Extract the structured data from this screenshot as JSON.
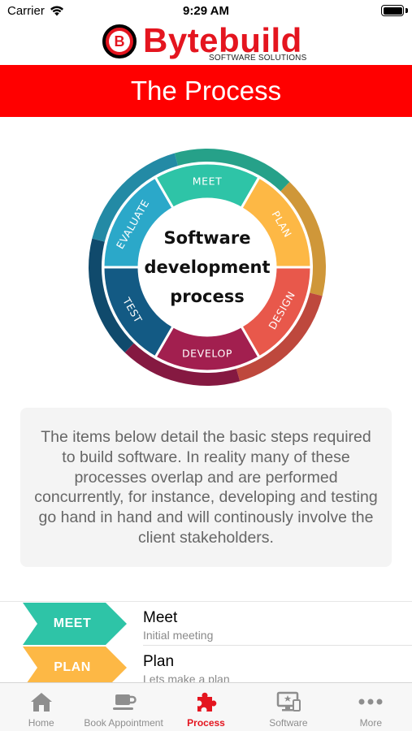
{
  "status_bar": {
    "carrier": "Carrier",
    "time": "9:29 AM"
  },
  "logo": {
    "brand": "Bytebuild",
    "tagline": "SOFTWARE SOLUTIONS",
    "mark_letter": "B"
  },
  "banner": {
    "title": "The Process"
  },
  "diagram": {
    "center_lines": [
      "Software",
      "development",
      "process"
    ],
    "segments": [
      {
        "label": "MEET",
        "color": "#2ec4a7"
      },
      {
        "label": "PLAN",
        "color": "#fdb845"
      },
      {
        "label": "DESIGN",
        "color": "#e8584b"
      },
      {
        "label": "DEVELOP",
        "color": "#a21f4f"
      },
      {
        "label": "TEST",
        "color": "#135a84"
      },
      {
        "label": "EVALUATE",
        "color": "#2ba8c9"
      }
    ]
  },
  "info": {
    "text": "The items below detail the basic steps required to build software. In reality many of these processes overlap and are performed concurrently, for instance, developing and testing go hand in hand and will continously involve the client stakeholders."
  },
  "process_list": [
    {
      "badge": "MEET",
      "title": "Meet",
      "subtitle": "Initial meeting",
      "color": "#2ec4a7"
    },
    {
      "badge": "PLAN",
      "title": "Plan",
      "subtitle": "Lets make a plan",
      "color": "#fdb845"
    }
  ],
  "tabs": [
    {
      "label": "Home",
      "icon": "home-icon"
    },
    {
      "label": "Book Appointment",
      "icon": "coffee-cup-icon"
    },
    {
      "label": "Process",
      "icon": "puzzle-icon"
    },
    {
      "label": "Software",
      "icon": "monitor-icon"
    },
    {
      "label": "More",
      "icon": "more-dots-icon"
    }
  ],
  "colors": {
    "brand_red": "#e4151f",
    "banner_red": "#ff0000",
    "tab_inactive": "#8e8e8e"
  }
}
